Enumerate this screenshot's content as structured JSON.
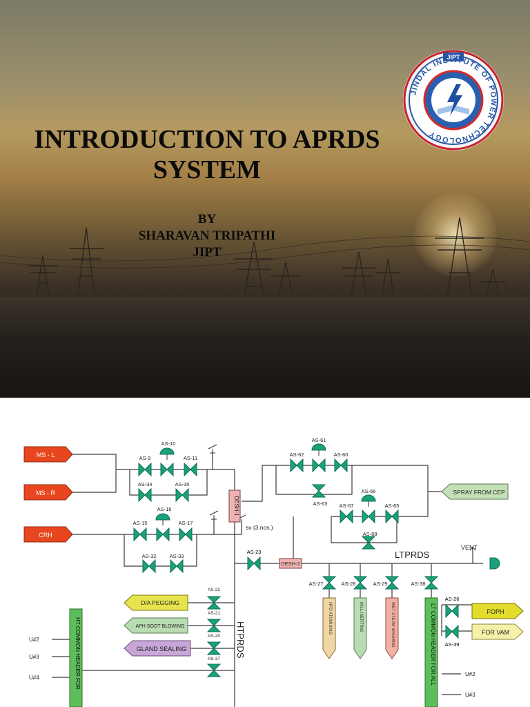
{
  "slide": {
    "title_line1": "INTRODUCTION TO APRDS",
    "title_line2": "SYSTEM",
    "by": "BY",
    "author": "SHARAVAN TRIPATHI",
    "org": "JIPT",
    "logo": {
      "ring_text": "JINDAL INSTITUTE OF POWER TECHNOLOGY",
      "badge": "JIPT",
      "icon": "lightning-book-icon"
    }
  },
  "diagram": {
    "colors": {
      "source_red": "#e8461e",
      "valve_green": "#1aa17c",
      "line": "#3a3a3a",
      "spray_green": "#c3e0b7",
      "pegging_yellow": "#e6e34e",
      "sealing_purple": "#c9a6d8",
      "foph_yellow": "#e3dc2c",
      "vam_yellow": "#f6f1a9",
      "desh_pink": "#efb3b3",
      "header_green": "#5dbf5b"
    },
    "sources": [
      "MS - L",
      "MS - R",
      "CRH"
    ],
    "spray": "SPRAY FROM CEP",
    "desh1": "DESH-1",
    "desh2": "DESH-2",
    "sv": "sv (3 nos.)",
    "vent": "VENT",
    "ltprds": "LTPRDS",
    "htprds": "HTPRDS",
    "hp_valves": [
      "AS-10",
      "AS-9",
      "AS-11",
      "AS-34",
      "AS-35",
      "AS-16",
      "AS-15",
      "AS-17",
      "AS-32",
      "AS-33"
    ],
    "lp_valves": [
      "AS-61",
      "AS-62",
      "AS-60",
      "AS-63",
      "AS-66",
      "AS-67",
      "AS-65",
      "AS-68"
    ],
    "as23": "AS-23",
    "ht_branch_valves": [
      "AS-22",
      "AS-21",
      "AS-20",
      "AS-37"
    ],
    "ht_branches": [
      "D/A PEGGING",
      "APH SOOT BLOWING",
      "GLAND SEALING"
    ],
    "ht_header": "HT COMMON HEADER FOR",
    "units_left": [
      "U#2",
      "U#3",
      "U#4"
    ],
    "lt_valves": [
      "AS-27",
      "AS-28",
      "AS-29",
      "AS-38"
    ],
    "lt_consumers": [
      "HFO ATOMISING",
      "MILL INERTING",
      "WET STEAM WASHING"
    ],
    "lt_header": "LT COMMON HEADER FOR ALL",
    "lt_right_valves": [
      "AS-26",
      "AS-39"
    ],
    "lt_right_outputs": [
      "FOPH",
      "FOR VAM"
    ],
    "units_right": [
      "U#2",
      "U#3"
    ]
  }
}
